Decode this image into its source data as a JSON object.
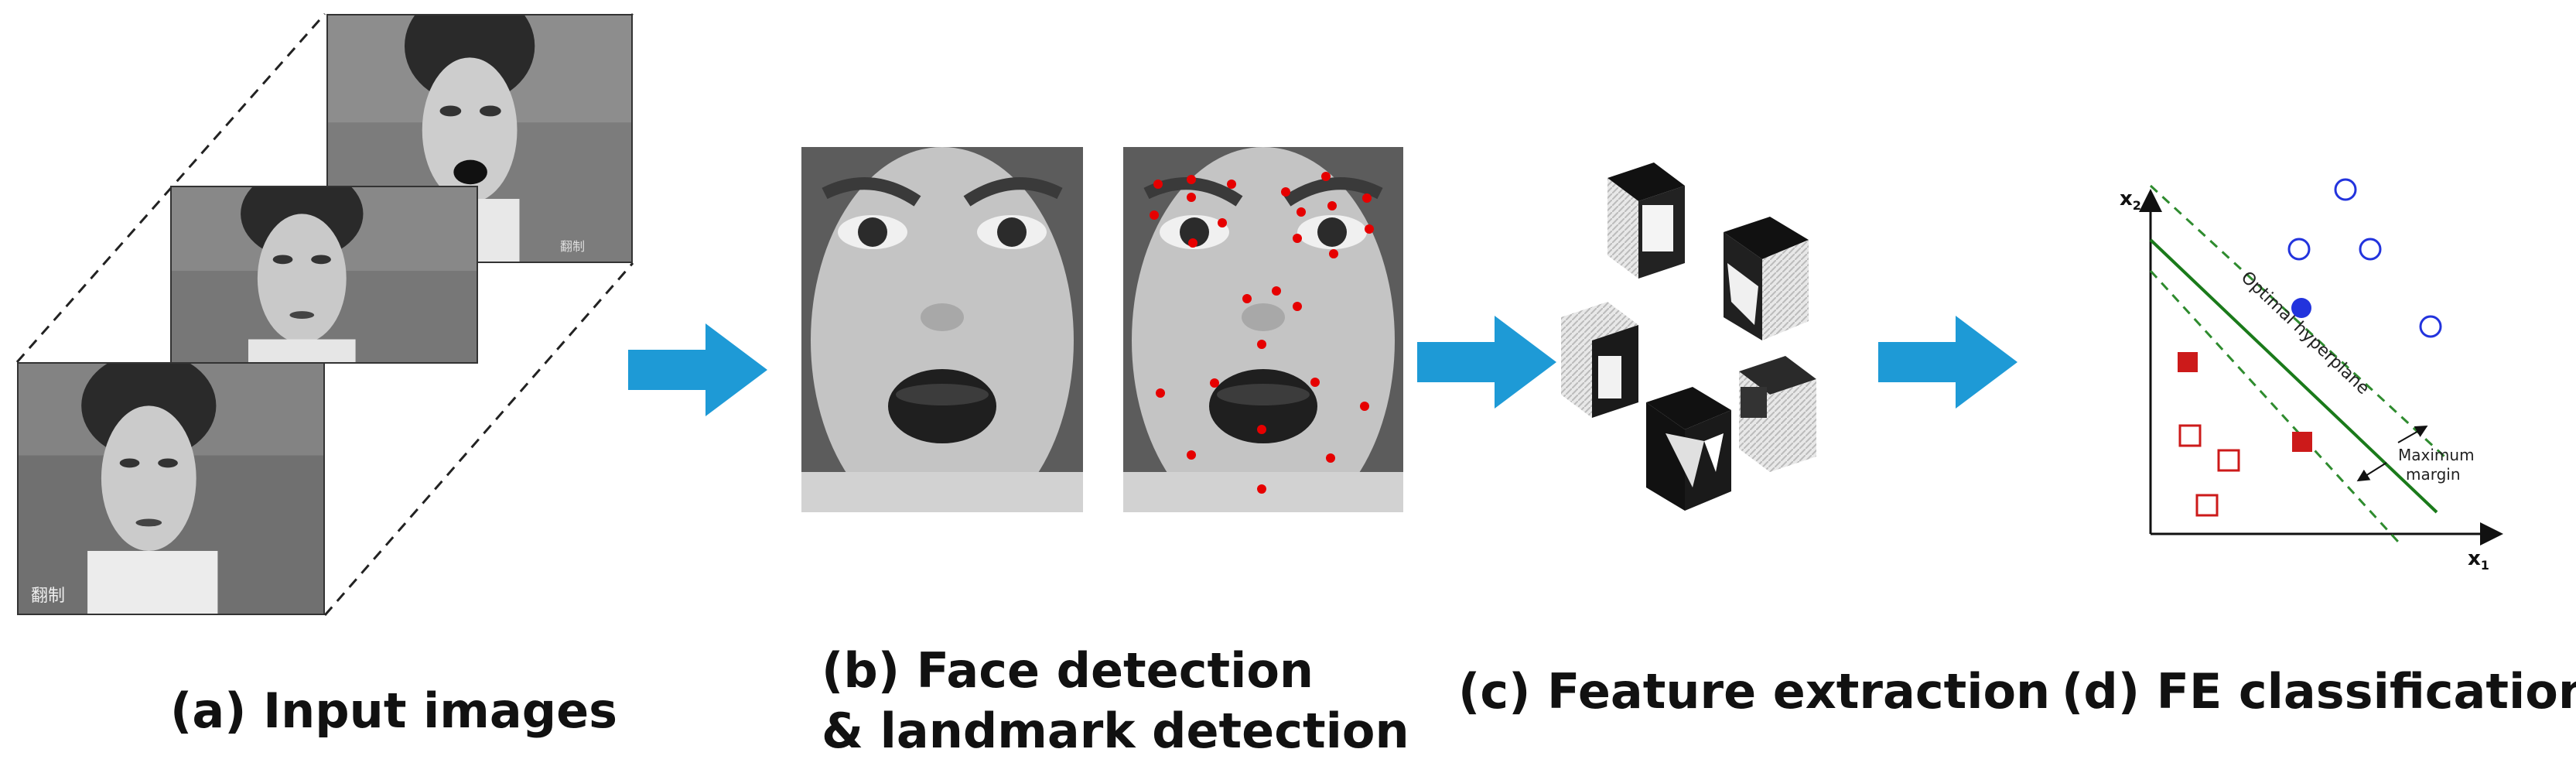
{
  "captions": {
    "a": "(a) Input images",
    "b_line1": "(b) Face detection",
    "b_line2": "& landmark detection",
    "c": "(c) Feature extraction",
    "d": "(d) FE classification"
  },
  "svm_plot": {
    "x_axis_label": "x",
    "x_axis_sub": "1",
    "y_axis_label": "x",
    "y_axis_sub": "2",
    "hyperplane_label": "Optimal hyperplane",
    "margin_label_1": "Maximum",
    "margin_label_2": "margin"
  },
  "photo_stamp": "翻制",
  "colors": {
    "arrow": "#1e9ad6",
    "landmark": "#e60000",
    "class_circle": "#2233dd",
    "class_square": "#cc1a1a",
    "hyperplane": "#1a7a1a"
  }
}
